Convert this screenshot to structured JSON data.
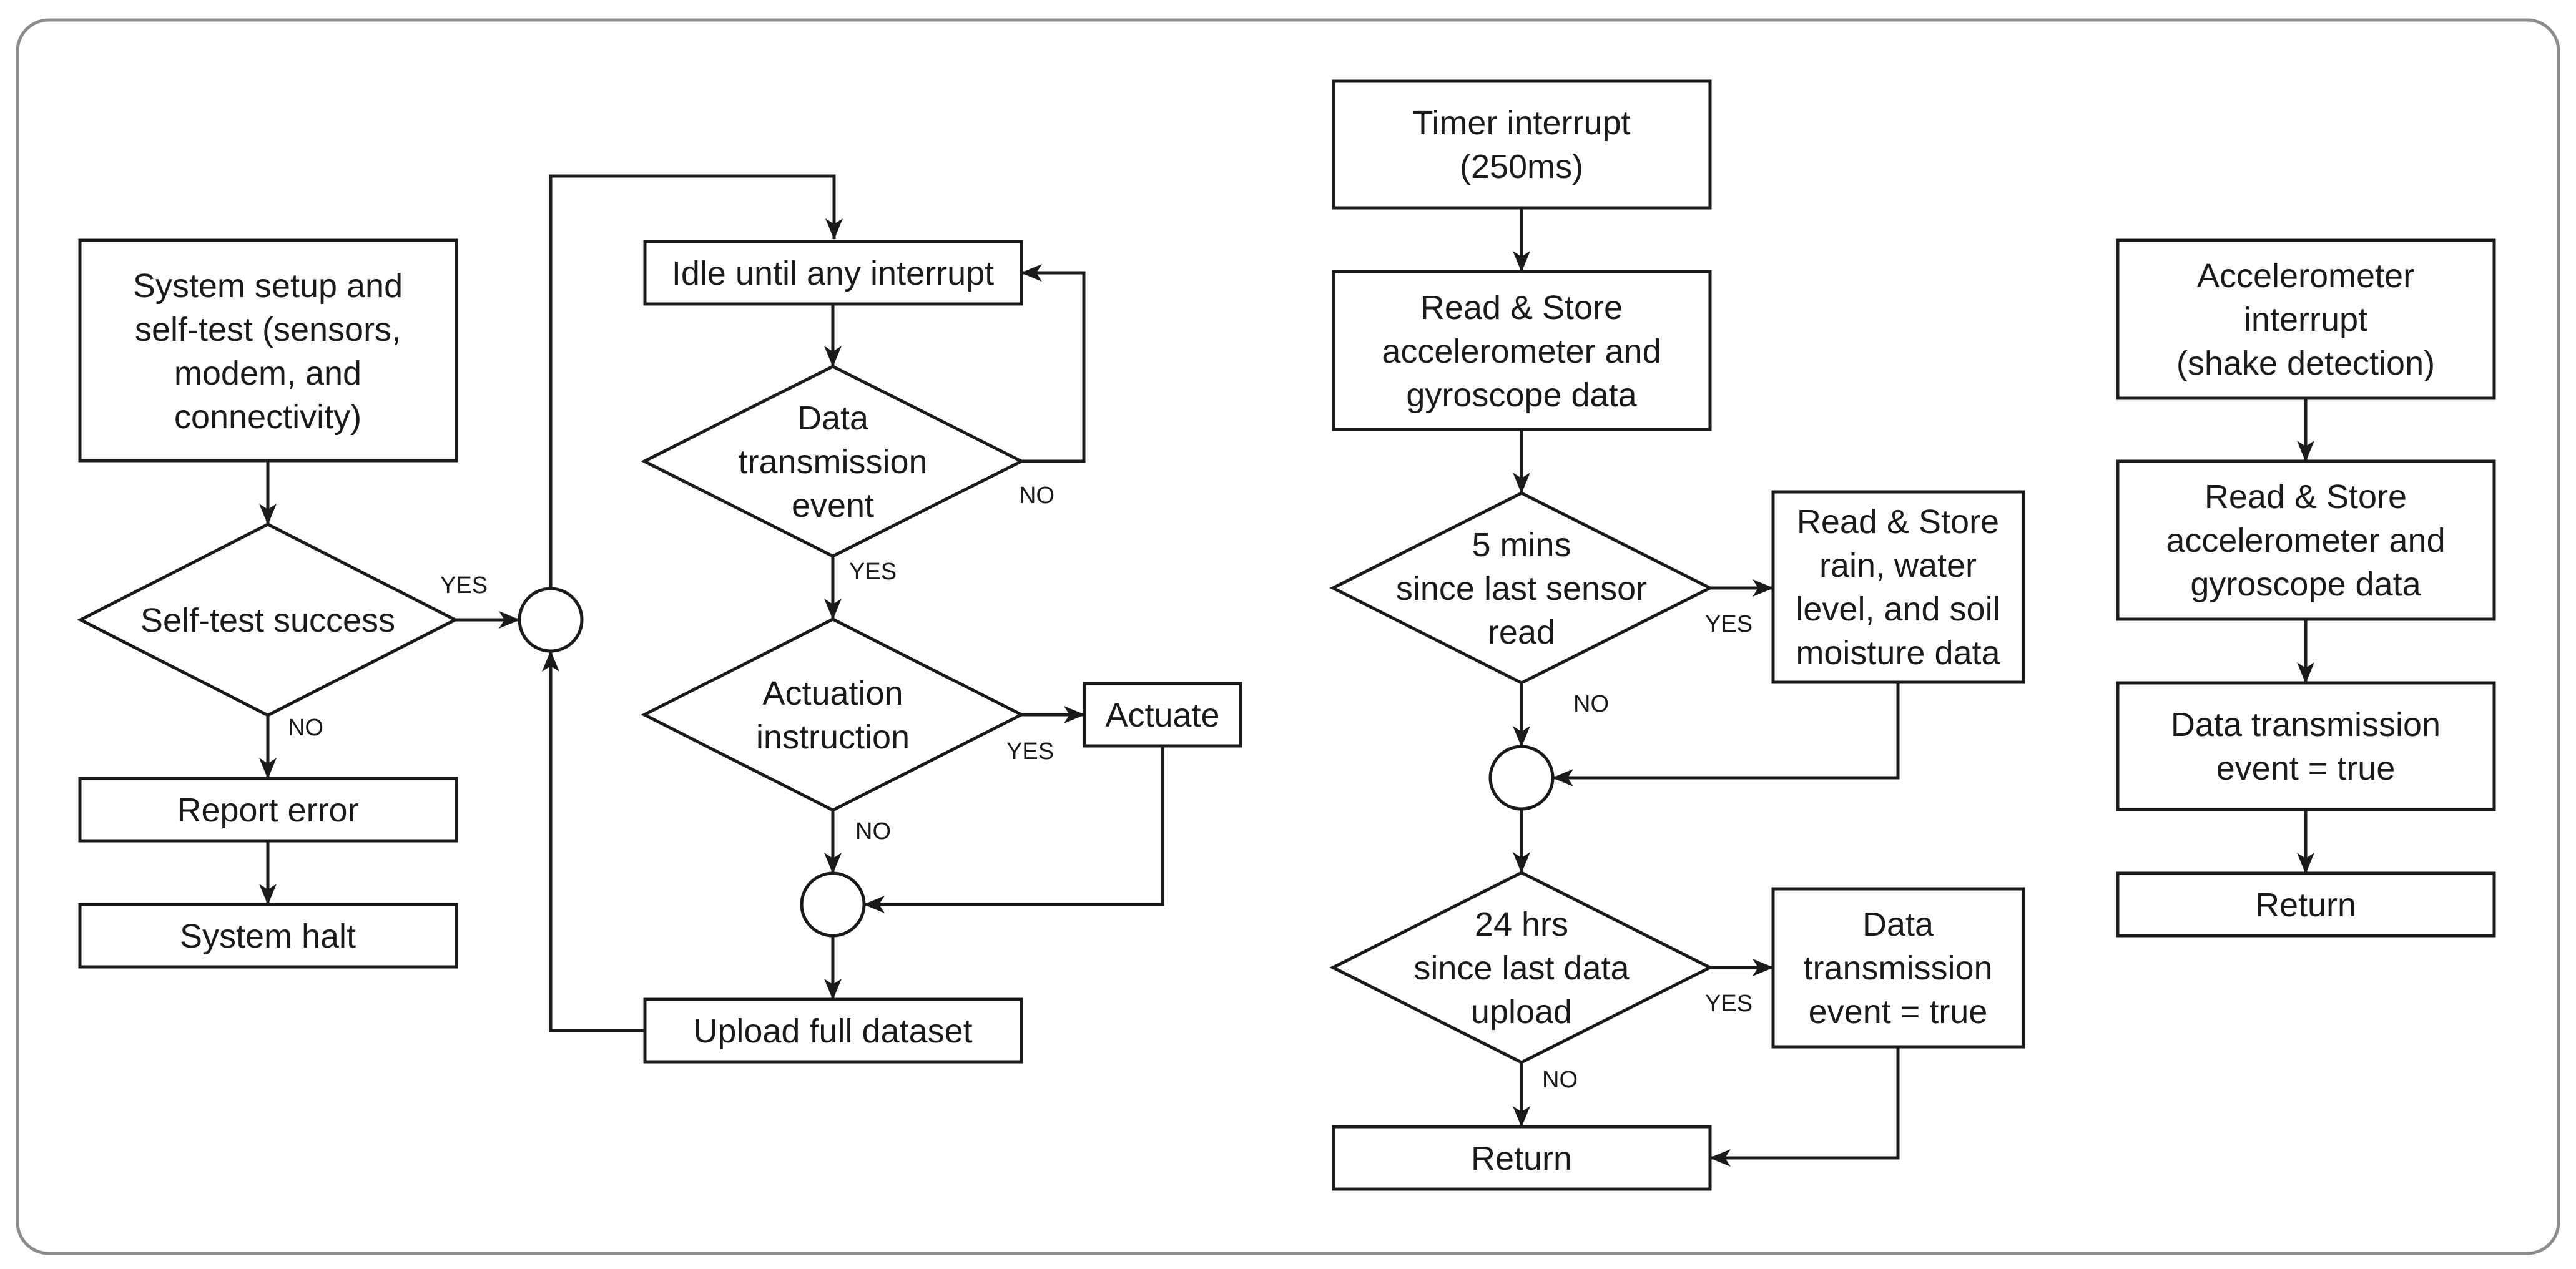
{
  "nodes": {
    "setup": [
      "System setup and",
      "self-test (sensors,",
      "modem, and",
      "connectivity)"
    ],
    "selftest": [
      "Self-test success"
    ],
    "report_error": [
      "Report error"
    ],
    "system_halt": [
      "System halt"
    ],
    "idle": [
      "Idle until any interrupt"
    ],
    "data_tx_event": [
      "Data",
      "transmission",
      "event"
    ],
    "actuation": [
      "Actuation",
      "instruction"
    ],
    "actuate": [
      "Actuate"
    ],
    "upload": [
      "Upload full dataset"
    ],
    "timer": [
      "Timer interrupt",
      "(250ms)"
    ],
    "read_store_1": [
      "Read & Store",
      "accelerometer and",
      "gyroscope data"
    ],
    "five_mins": [
      "5 mins",
      "since last sensor",
      "read"
    ],
    "read_store_rain": [
      "Read & Store",
      "rain, water",
      "level, and soil",
      "moisture data"
    ],
    "hrs24": [
      "24 hrs",
      "since last data",
      "upload"
    ],
    "data_tx_true_1": [
      "Data",
      "transmission",
      "event = true"
    ],
    "return_1": [
      "Return"
    ],
    "accel_int": [
      "Accelerometer",
      "interrupt",
      "(shake detection)"
    ],
    "read_store_2": [
      "Read & Store",
      "accelerometer and",
      "gyroscope data"
    ],
    "data_tx_true_2": [
      "Data transmission",
      "event = true"
    ],
    "return_2": [
      "Return"
    ]
  },
  "edge_labels": {
    "selftest_yes": "YES",
    "selftest_no": "NO",
    "data_tx_no": "NO",
    "data_tx_yes": "YES",
    "actuation_yes": "YES",
    "actuation_no": "NO",
    "five_mins_yes": "YES",
    "five_mins_no": "NO",
    "hrs24_yes": "YES",
    "hrs24_no": "NO"
  }
}
